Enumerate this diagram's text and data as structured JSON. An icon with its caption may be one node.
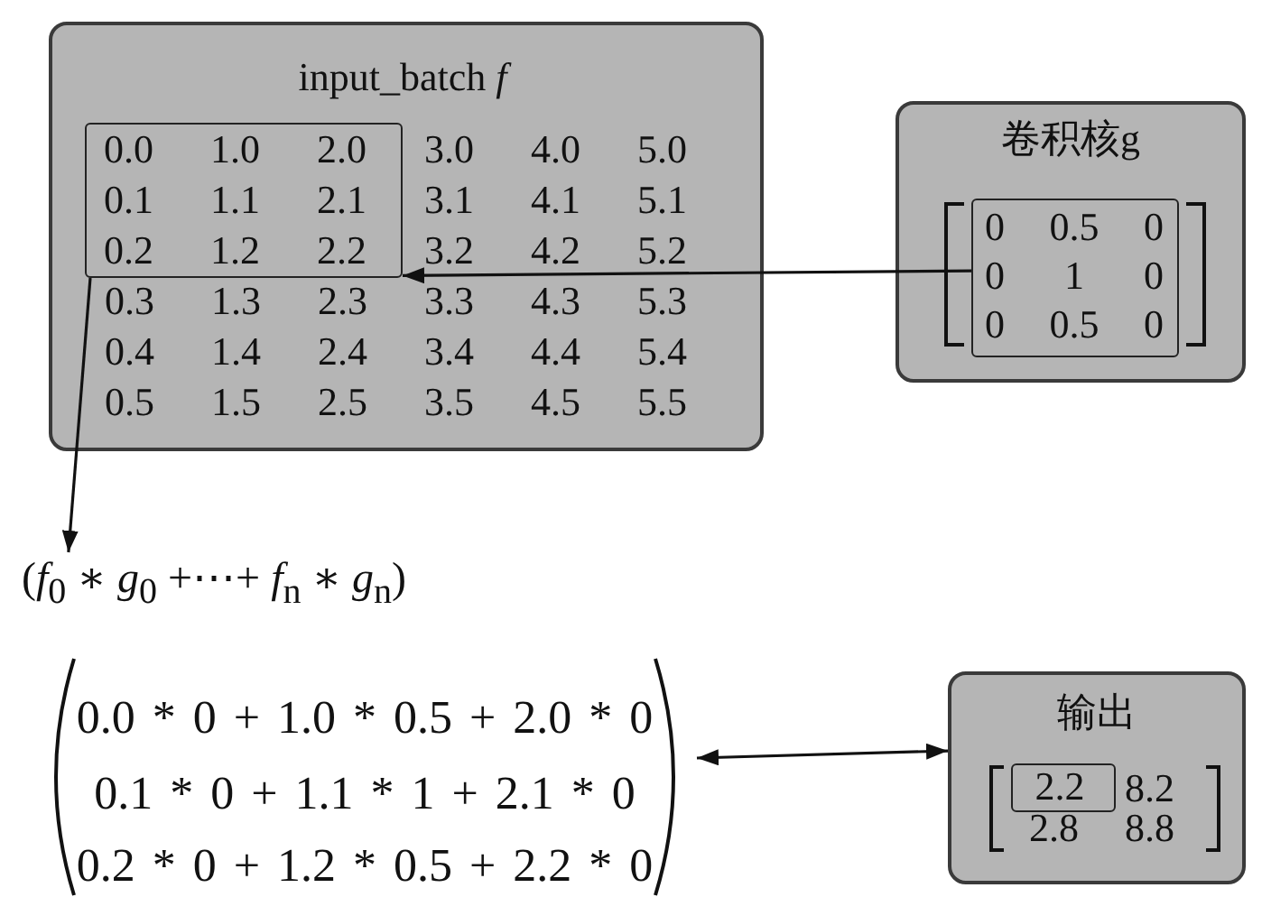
{
  "diagram": {
    "nodes": [
      {
        "text": [
          "input_batch *f*",
          "3.0 4.0 5.0",
          "3.1 4.1 5.1",
          "3.2 4.2 5.2",
          "0.3 1.3 2.3 3.3 4.3 5.3",
          "0.4 1.4 2.4 3.4 4.4 5.4",
          "0.5 1.5 2.5 3.5 4.5 5.5"
        ]
      },
      {
        "text": [
          "0.0 1.0 2.0",
          "0.1 1.1 2.1",
          "0.2 1.2 2.2"
        ],
        "in": 0
      },
      {
        "text": [
          "卷积核g"
        ]
      },
      {
        "text": [
          "0 0.5 0",
          "0 1 0",
          "0 0.5 0"
        ],
        "in": 2
      },
      {
        "text": [
          "(*f*$_{0}$ ∗ *g*$_{0}$ +⋯+ *f*$_{n}$ ∗ *g*$_{n}$)"
        ]
      },
      {
        "text": [
          "0.0 * 0 + 1.0 * 0.5 + 2.0 * 0",
          "0.1 * 0 + 1.1 * 1 + 2.1 * 0",
          "0.2 * 0 + 1.2 * 0.5 + 2.2 * 0"
        ]
      },
      {
        "text": [
          "输出",
          "8.2",
          "2.8 8.8"
        ]
      },
      {
        "text": [
          "2.2"
        ],
        "in": 6
      }
    ],
    "edges": [
      {
        "from": 3,
        "to": 1,
        "arrow": "to"
      },
      {
        "from": 1,
        "to": 4,
        "arrow": "to"
      },
      {
        "from": 5,
        "to": 6,
        "arrow": "both"
      }
    ]
  }
}
